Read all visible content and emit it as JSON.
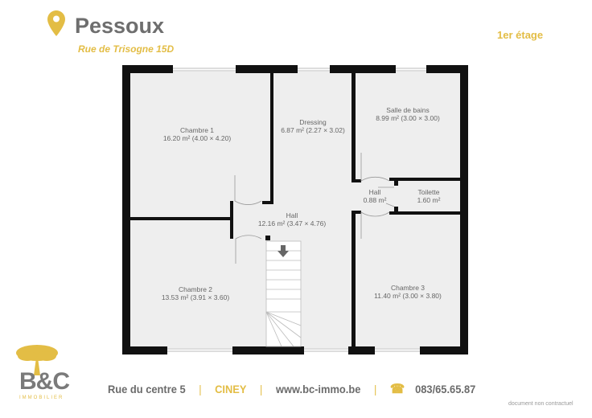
{
  "header": {
    "title": "Pessoux",
    "street": "Rue de Trisogne 15D",
    "floor": "1er étage",
    "icon": "map-pin-icon"
  },
  "rooms": [
    {
      "name": "Chambre 1",
      "area": "16.20 m² (4.00 × 4.20)"
    },
    {
      "name": "Dressing",
      "area": "6.87 m² (2.27 × 3.02)"
    },
    {
      "name": "Salle de bains",
      "area": "8.99 m² (3.00 × 3.00)"
    },
    {
      "name": "Hall",
      "area": "0.88 m²"
    },
    {
      "name": "Toilette",
      "area": "1.60 m²"
    },
    {
      "name": "Hall",
      "area": "12.16 m² (3.47 × 4.76)"
    },
    {
      "name": "Chambre 2",
      "area": "13.53 m² (3.91 × 3.60)"
    },
    {
      "name": "Chambre 3",
      "area": "11.40 m² (3.00 × 3.80)"
    }
  ],
  "footer": {
    "address": "Rue du centre 5",
    "city": "CINEY",
    "website": "www.bc-immo.be",
    "phone": "083/65.65.87",
    "phone_icon": "telephone-icon",
    "note": "document non contractuel"
  },
  "logo": {
    "text": "B&C",
    "sub": "IMMOBILIER"
  },
  "colors": {
    "accent": "#e3bd45",
    "text": "#6e6e6e",
    "wall": "#111111",
    "floor": "#eeeeee"
  }
}
